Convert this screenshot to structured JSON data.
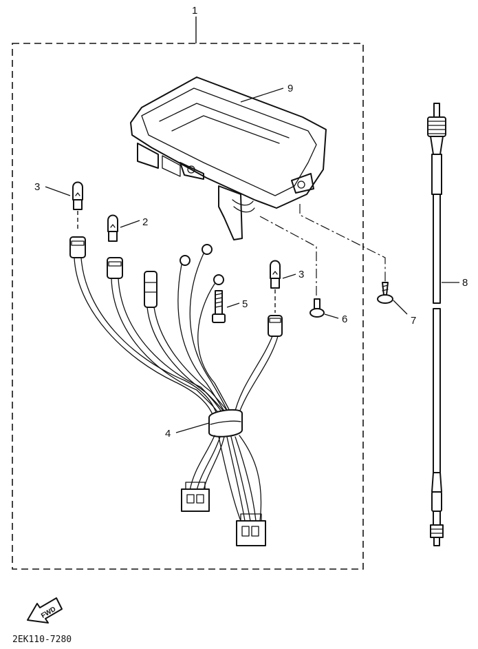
{
  "callouts": {
    "assembly": "1",
    "bulb_small": "2",
    "bulb_socket_left": "3",
    "bulb_socket_right": "3",
    "wire_harness": "4",
    "bolt": "5",
    "screw": "6",
    "tapping_screw": "7",
    "speedometer_cable": "8",
    "meter_body": "9"
  },
  "fwd_badge": "FWD",
  "diagram_code": "2EK110-7280"
}
